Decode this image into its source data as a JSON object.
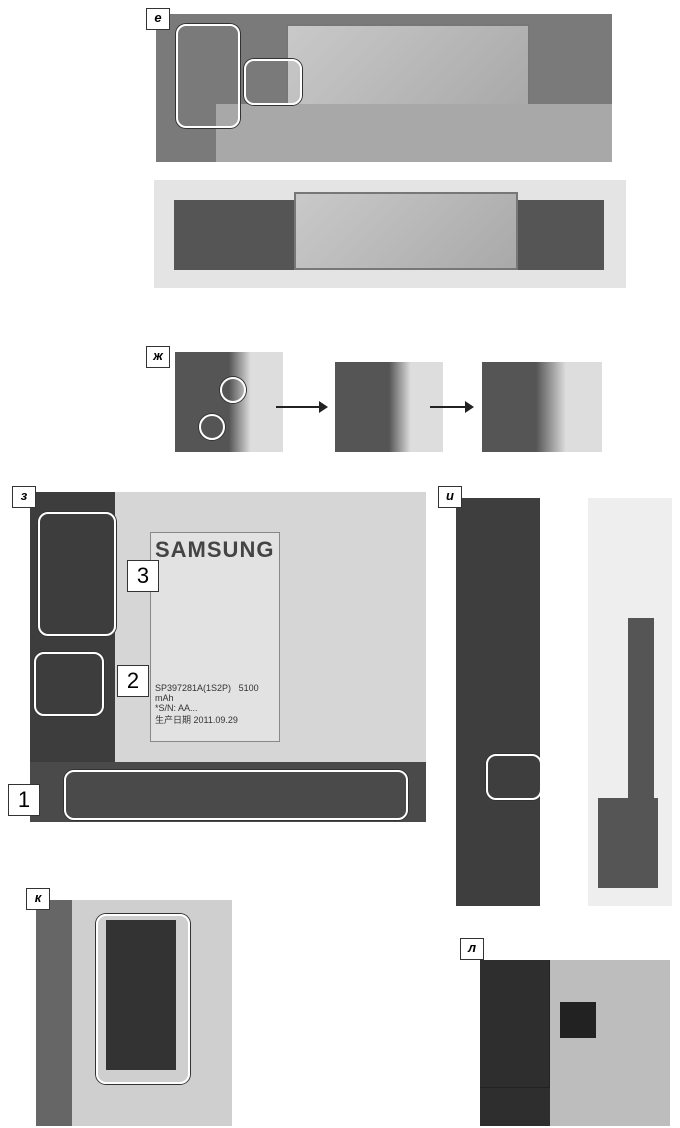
{
  "panels": {
    "e": "е",
    "zh": "ж",
    "z": "з",
    "i": "и",
    "k": "к",
    "l": "л"
  },
  "callouts": [
    "1",
    "2",
    "3"
  ],
  "battery": {
    "brand": "SAMSUNG",
    "model": "SP397281A(1S2P)",
    "capacity": "5100 mAh",
    "serial": "*S/N: AA...",
    "date_label": "生产日期",
    "date": "2011.09.29"
  }
}
